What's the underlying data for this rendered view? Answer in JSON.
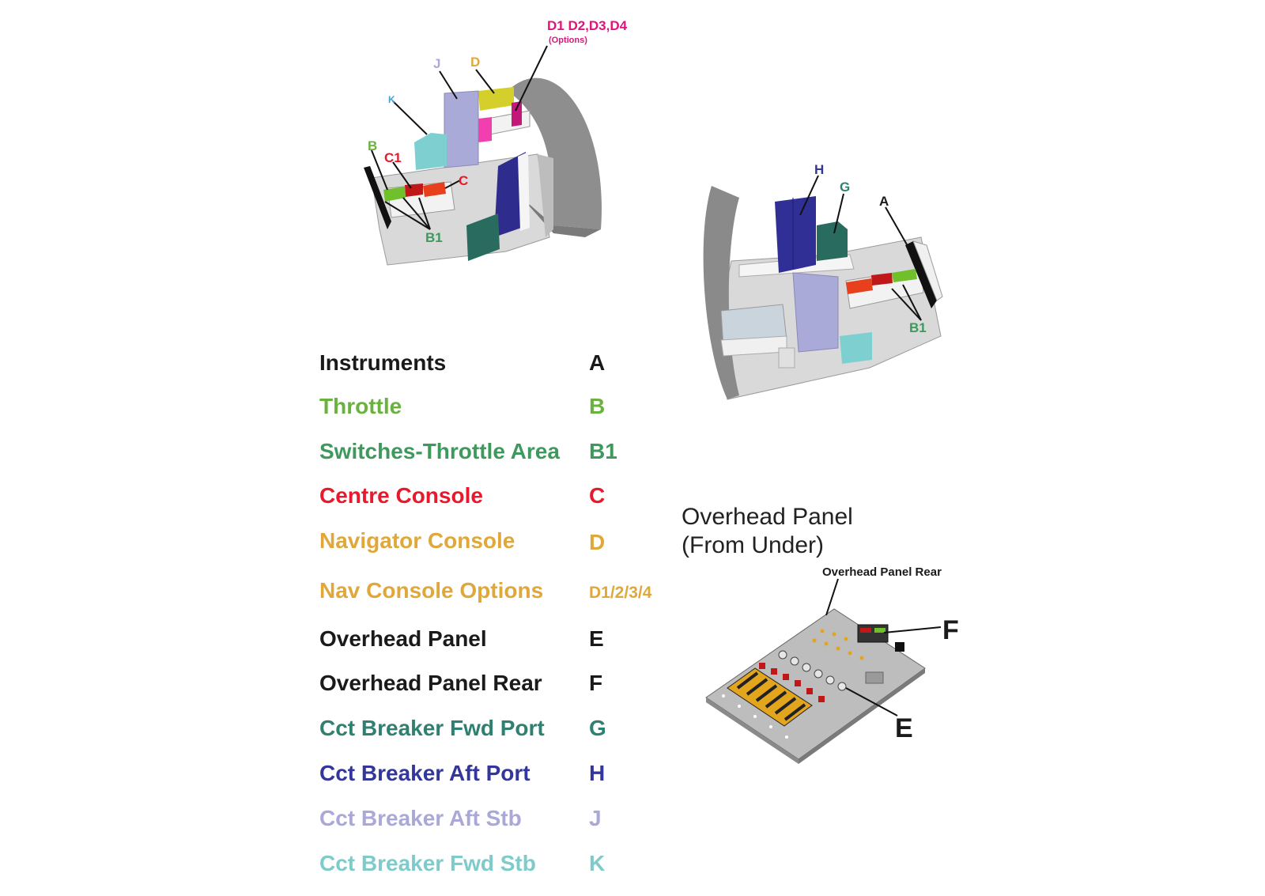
{
  "callouts": {
    "top_left": {
      "J": "J",
      "D": "D",
      "K": "K",
      "B": "B",
      "C1": "C1",
      "C": "C",
      "B1": "B1",
      "options_codes": "D1 D2,D3,D4",
      "options_note": "(Options)"
    },
    "top_right": {
      "H": "H",
      "G": "G",
      "A": "A",
      "B1": "B1"
    },
    "overhead": {
      "rear_label": "Overhead Panel Rear",
      "F": "F",
      "E": "E"
    }
  },
  "overhead_title": {
    "line1": "Overhead Panel",
    "line2": "(From Under)"
  },
  "legend": [
    {
      "name": "Instruments",
      "code": "A",
      "color": "#1a1a1a"
    },
    {
      "name": "Throttle",
      "code": "B",
      "color": "#6ab23e"
    },
    {
      "name": "Switches-Throttle Area",
      "code": "B1",
      "color": "#3d9a5c"
    },
    {
      "name": "Centre Console",
      "code": "C",
      "color": "#e8192c"
    },
    {
      "name": "Navigator Console",
      "code": "D",
      "color": "#e0a83a"
    },
    {
      "name": "Nav Console Options",
      "code": "D1/2/3/4",
      "color": "#e0a83a"
    },
    {
      "name": "Overhead Panel",
      "code": "E",
      "color": "#1a1a1a"
    },
    {
      "name": "Overhead Panel Rear",
      "code": "F",
      "color": "#1a1a1a"
    },
    {
      "name": "Cct Breaker Fwd Port",
      "code": "G",
      "color": "#2f8070"
    },
    {
      "name": "Cct Breaker Aft Port",
      "code": "H",
      "color": "#33369a"
    },
    {
      "name": "Cct Breaker Aft Stb",
      "code": "J",
      "color": "#a9a8d8"
    },
    {
      "name": "Cct Breaker Fwd Stb",
      "code": "K",
      "color": "#7fcaca"
    }
  ]
}
